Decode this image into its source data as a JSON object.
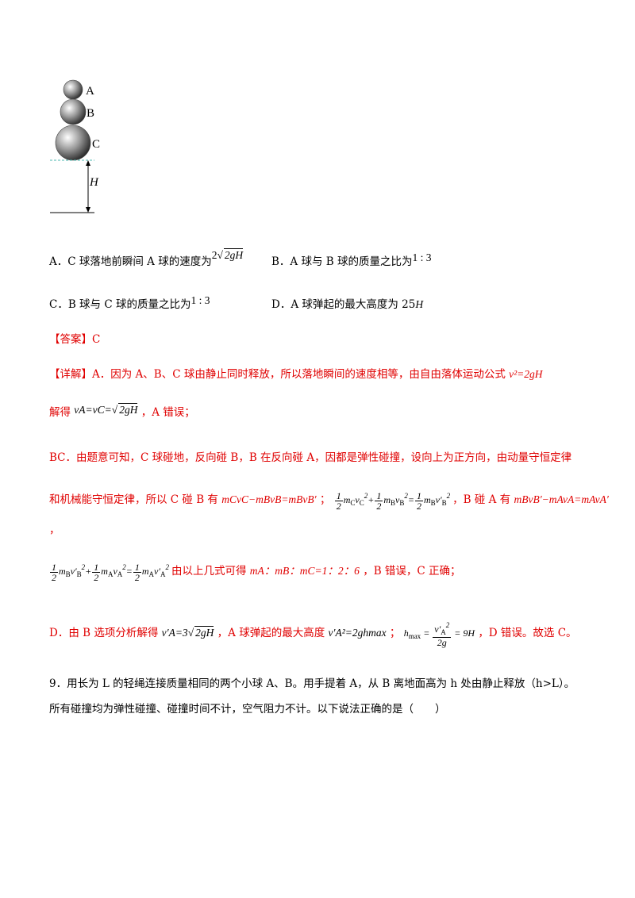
{
  "figure": {
    "label_a": "A",
    "label_b": "B",
    "label_c": "C",
    "label_h": "H"
  },
  "options": {
    "a_prefix": "A．C 球落地前瞬间 A 球的速度为",
    "a_math_coef": "2",
    "a_math_rad": "2gH",
    "b_text": "B．A 球与 B 球的质量之比为",
    "b_ratio": "1 : 3",
    "c_text": "C．B 球与 C 球的质量之比为",
    "c_ratio": "1 : 3",
    "d_text": "D．A 球弹起的最大高度为 25",
    "d_var": "H"
  },
  "answer": {
    "label": "【答案】",
    "value": "C"
  },
  "explanation": {
    "p1_label": "【详解】",
    "p1_text": "A．因为 A、B、C 球由静止同时释放，所以落地瞬间的速度相等，由自由落体运动公式",
    "p1_formula": "v²=2gH",
    "p2_prefix": "解得",
    "p2_formula_lhs": "vA=vC=",
    "p2_formula_rad": "2gH",
    "p2_suffix": "，A 错误；",
    "p3_line1": "BC．由题意可知，C 球碰地，反向碰 B，B 在反向碰 A，因都是弹性碰撞，设向上为正方向，由动量守恒定律",
    "p3_line2_prefix": "和机械能守恒定律，所以 C 碰 B 有",
    "p3_line2_momentum": "mCvC−mBvB=mBvB′",
    "p3_line2_sep": "；",
    "p3_line2_mid": "，B 碰 A 有",
    "p3_line2_momentum2": "mBvB′−mAvA=mAvA′",
    "p3_line3": "，",
    "p4_suffix": "由以上几式可得",
    "p4_ratio": "mA：mB：mC=1：2：6",
    "p4_end": "，B 错误，C 正确；",
    "p5_prefix": "D．由 B 选项分析解得",
    "p5_formula1": "v′A=3",
    "p5_formula1_rad": "2gH",
    "p5_mid": "，A 球弹起的最大高度",
    "p5_formula2": "v′A²=2ghmax",
    "p5_sep": "；",
    "p5_formula3": "hmax = v′A² / 2g = 9H",
    "p5_end": "，D 错误。故选 C。"
  },
  "question9": {
    "line1": "9．用长为 L 的轻绳连接质量相同的两个小球 A、B。用手提着 A，从 B 离地面高为 h 处由静止释放（h>L）。",
    "line2": "所有碰撞均为弹性碰撞、碰撞时间不计，空气阻力不计。以下说法正确的是（　　）"
  }
}
